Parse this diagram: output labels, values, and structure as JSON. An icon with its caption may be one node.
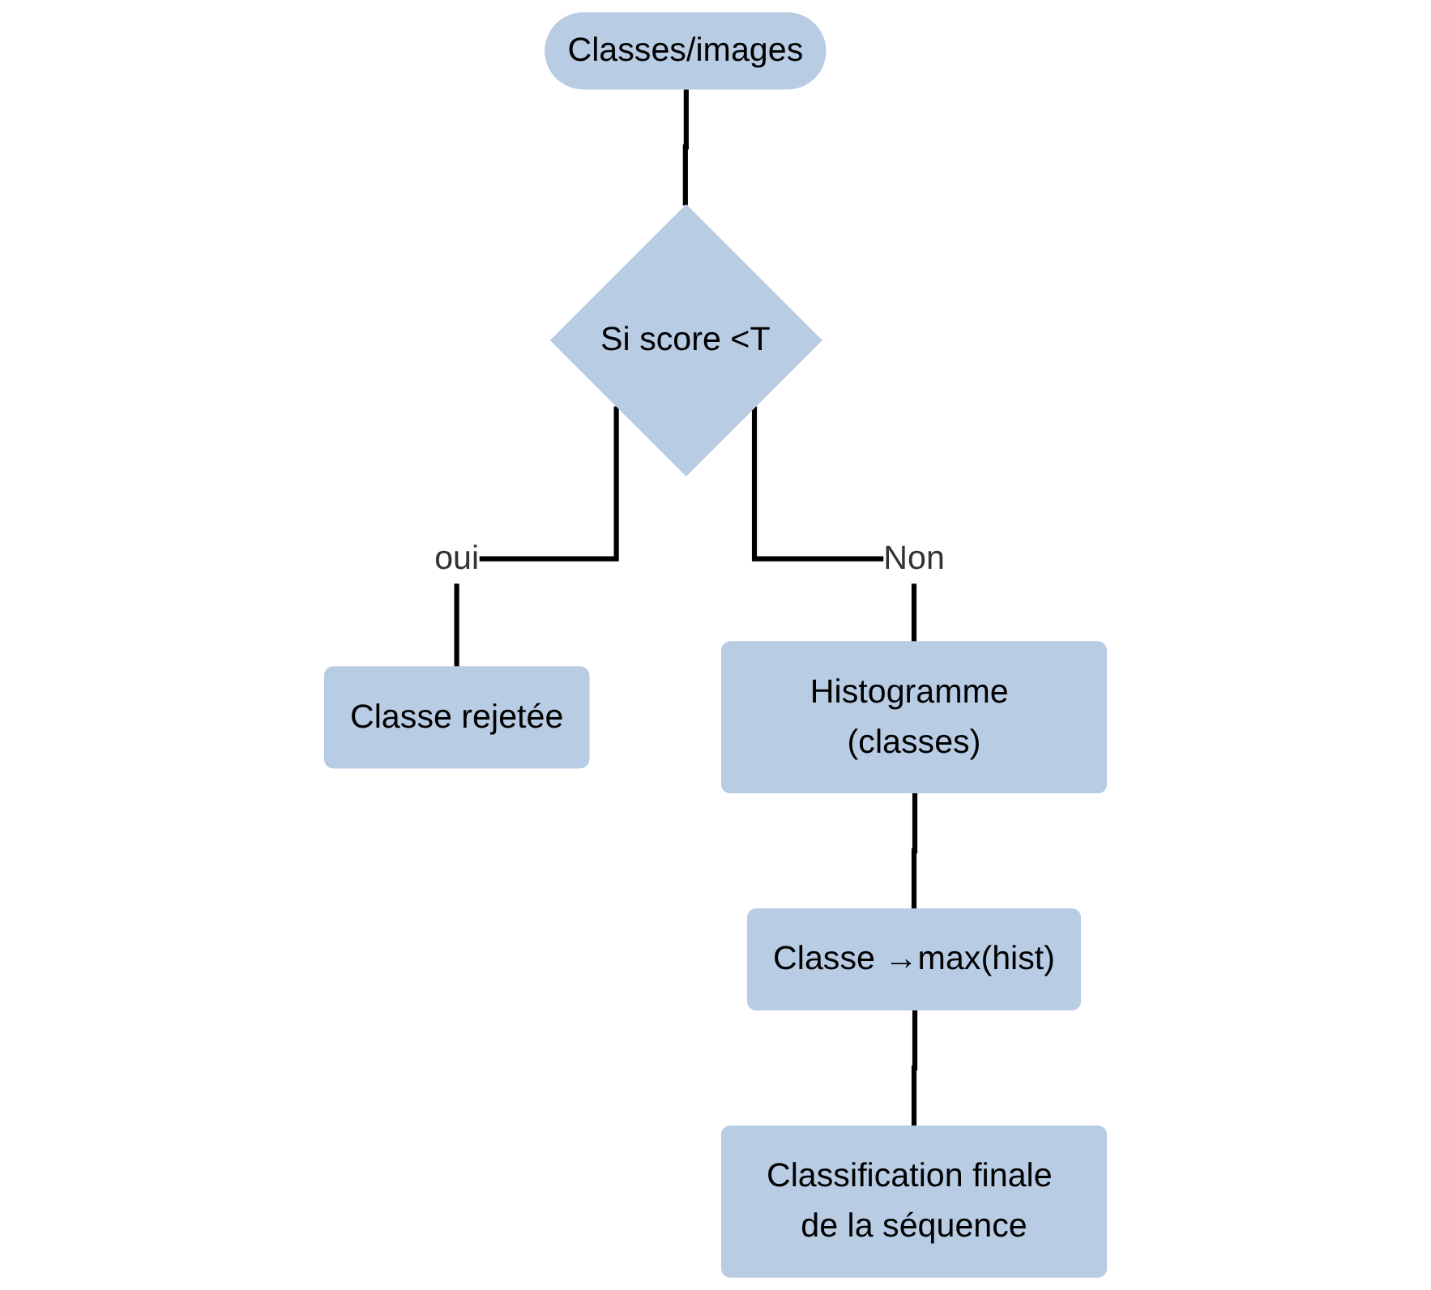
{
  "diagram": {
    "nodes": [
      {
        "text": [
          "Classes/images"
        ]
      },
      {
        "text": [
          "Si score <T"
        ]
      },
      {
        "text": [
          "Classe rejetée"
        ]
      },
      {
        "text": [
          "Histogramme (classes)"
        ]
      },
      {
        "text": [
          "Classe →max(hist)"
        ]
      },
      {
        "text": [
          "Classification finale de la séquence"
        ]
      }
    ],
    "edges": [
      {
        "from": 0,
        "to": 1,
        "arrow": "none"
      },
      {
        "from": 1,
        "to": 2,
        "arrow": "none",
        "label": "oui"
      },
      {
        "from": 1,
        "to": 3,
        "arrow": "none",
        "label": "Non"
      },
      {
        "from": 3,
        "to": 4,
        "arrow": "none"
      },
      {
        "from": 4,
        "to": 5,
        "arrow": "none"
      }
    ]
  }
}
